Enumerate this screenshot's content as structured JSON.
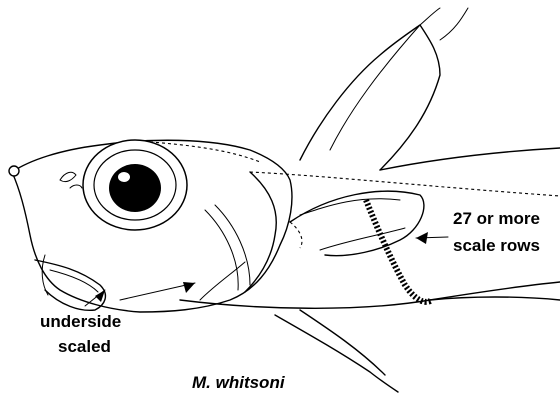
{
  "figure": {
    "labels": {
      "scale_rows_line1": "27 or more",
      "scale_rows_line2": "scale rows",
      "underside_line1": "underside",
      "underside_line2": "scaled"
    },
    "caption": "M. whitsoni"
  }
}
